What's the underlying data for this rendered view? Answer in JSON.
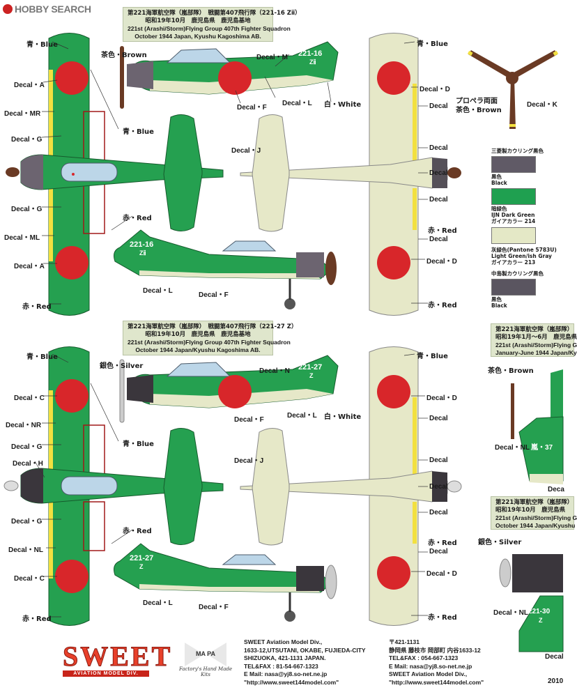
{
  "watermark": {
    "brand": "HOBBY SEARCH"
  },
  "colors": {
    "green": "#25a050",
    "greenDark": "#1d8a42",
    "lightGray": "#e6e8c8",
    "black": "#555058",
    "darkGray": "#6c6470",
    "red": "#d8262a",
    "brown": "#6a3a24",
    "yellow": "#f2e040",
    "blue": "#3060b0"
  },
  "scheme1": {
    "caption": [
      "第221海軍航空隊（嵐部隊）　戦闘第407飛行隊（221-16 Zⅱ）",
      "昭和19年10月　鹿児島県　鹿児島基地",
      "221st (Arashi/Storm)Flying Group 407th Fighter Squadron",
      "October 1944 Japan, Kyushu Kagoshima AB."
    ],
    "tail_code": "221-16",
    "tail_sub": "Zⅱ",
    "labels": {
      "blue_top": "青・Blue",
      "decal_a1": "Decal・A",
      "decal_mr": "Decal・MR",
      "decal_g1": "Decal・G",
      "decal_g2": "Decal・G",
      "decal_ml": "Decal・ML",
      "decal_a2": "Decal・A",
      "red_bottom": "赤・Red",
      "brown": "茶色・Brown",
      "decal_m": "Decal・M",
      "decal_f1": "Decal・F",
      "decal_l1": "Decal・L",
      "white": "白・White",
      "blue_mid": "青・Blue",
      "red_mid": "赤・Red",
      "decal_l2": "Decal・L",
      "decal_f2": "Decal・F",
      "decal_j": "Decal・J",
      "r_blue": "青・Blue",
      "r_decal_d1": "Decal・D",
      "r_decal1": "Decal",
      "r_decal2": "Decal",
      "r_decal3": "Decal",
      "r_decal4": "Decal",
      "r_red": "赤・Red",
      "r_decal5": "Decal",
      "r_decal_d2": "Decal・D",
      "r_red2": "赤・Red"
    }
  },
  "scheme2": {
    "caption": [
      "第221海軍航空隊（嵐部隊）　戦闘第407飛行隊（221-27 Z）",
      "昭和19年10月　鹿児島県　鹿児島基地",
      "221st (Arashi/Storm)Flying Group 407th Fighter Squadron",
      "October 1944 Japan/Kyushu Kagoshima AB."
    ],
    "tail_code": "221-27",
    "tail_sub": "Z",
    "labels": {
      "blue_top": "青・Blue",
      "decal_c1": "Decal・C",
      "decal_nr": "Decal・NR",
      "decal_g1": "Decal・G",
      "decal_h": "Decal・H",
      "decal_g2": "Decal・G",
      "decal_nl": "Decal・NL",
      "decal_c2": "Decal・C",
      "red_bottom": "赤・Red",
      "silver": "銀色・Silver",
      "decal_n": "Decal・N",
      "decal_f1": "Decal・F",
      "decal_l1": "Decal・L",
      "white": "白・White",
      "blue_mid": "青・Blue",
      "red_mid": "赤・Red",
      "decal_l2": "Decal・L",
      "decal_f2": "Decal・F",
      "decal_j": "Decal・J",
      "r_blue": "青・Blue",
      "r_decal_d1": "Decal・D",
      "r_decal1": "Decal",
      "r_decal2": "Decal",
      "r_decal3": "Decal",
      "r_decal4": "Decal",
      "r_red": "赤・Red",
      "r_decal5": "Decal",
      "r_decal_d2": "Decal・D",
      "r_red2": "赤・Red"
    }
  },
  "propeller": {
    "label1": "プロペラ両面",
    "label2": "茶色・Brown",
    "decal": "Decal・K"
  },
  "swatches": [
    {
      "above": "三菱製カウリング黒色",
      "below1": "黒色",
      "below2": "Black",
      "color": "#605a66"
    },
    {
      "above": "",
      "below1": "暗緑色",
      "below2": "IJN Dark Green",
      "below3": "ガイアカラー 214",
      "color": "#1fa050"
    },
    {
      "above": "",
      "below1": "灰緑色(Pantone  5783U)",
      "below2": "Light Green/ish Gray",
      "below3": "ガイアカラー 213",
      "color": "#e4e8c6"
    },
    {
      "above": "中島製カウリング黒色",
      "below1": "黒色",
      "below2": "Black",
      "color": "#5a5560"
    }
  ],
  "cut_right": {
    "caption1": [
      "第221海軍航空隊（嵐部隊）",
      "昭和19年1月～6月　鹿児島県",
      "221st (Arashi/Storm)Flying G",
      "January-June 1944 Japan/Ky"
    ],
    "brown": "茶色・Brown",
    "decal_nl1": "Decal・NL",
    "tail1": "嵐・37",
    "deca": "Deca",
    "caption2": [
      "第221海軍航空隊（嵐部隊）",
      "昭和19年10月　鹿児島県",
      "221st (Arashi/Storm)Flying G",
      "October 1944 Japan/Kyushu"
    ],
    "silver": "銀色・Silver",
    "decal_nl2": "Decal・NL",
    "tail2": "221-30",
    "tail2sub": "Z",
    "decal": "Decal"
  },
  "footer": {
    "logo": "SWEET",
    "logo_sub": "AVIATION MODEL DIV.",
    "mapa": "MA PA",
    "mapa_sub": "Factory's Hand Made Kits",
    "en": [
      "SWEET Aviation Model Div.,",
      "1633-12,UTSUTANI, OKABE, FUJIEDA-CITY",
      "SHIZUOKA, 421-1131 JAPAN.",
      "TEL&FAX : 81-54-667-1323",
      "E Mail: nasa@yj8.so-net.ne.jp",
      "\"http://www.sweet144model.com\""
    ],
    "jp": [
      "〒421-1131",
      "静岡県 藤枝市 岡部町 内谷1633-12",
      "TEL&FAX : 054-667-1323",
      "E Mail: nasa@yj8.so-net.ne.jp",
      "SWEET  Aviation Model Div.,",
      "\"http://www.sweet144model.com\""
    ],
    "year": "2010"
  }
}
